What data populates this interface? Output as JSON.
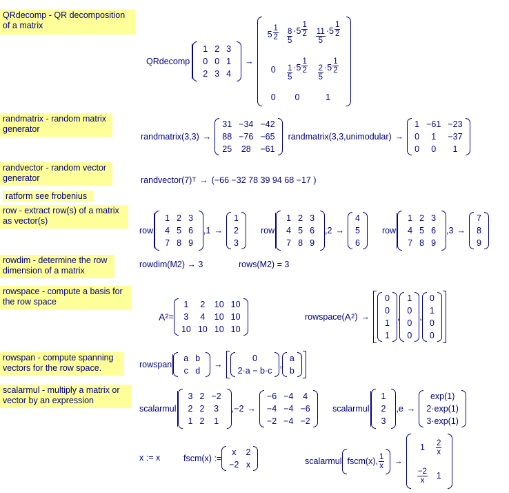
{
  "notes": [
    {
      "id": "qrdecomp",
      "name": "QRdecomp",
      "desc": " - QR decomposition of a matrix"
    },
    {
      "id": "randmatrix",
      "name": "randmatrix",
      "desc": " - random matrix generator"
    },
    {
      "id": "randvector",
      "name": "randvector",
      "desc": " - random vector generator"
    },
    {
      "id": "ratform",
      "name": "ratform",
      "desc": "  see frobenius"
    },
    {
      "id": "row",
      "name": "row",
      "desc": " - extract row(s) of a matrix as vector(s)"
    },
    {
      "id": "rowdim",
      "name": "rowdim",
      "desc": " - determine the row dimension of a matrix"
    },
    {
      "id": "rowspace",
      "name": "rowspace",
      "desc": " - compute a basis for the row space"
    },
    {
      "id": "rowspan",
      "name": "rowspan",
      "desc": " - compute spanning vectors for the row space."
    },
    {
      "id": "scalarmul",
      "name": "scalarmul",
      "desc": " - multiply a matrix or vector by an expression"
    }
  ],
  "fn": {
    "qrdecomp": "QRdecomp",
    "randmatrix": "randmatrix",
    "randvector": "randvector",
    "row": "row",
    "rowdim": "rowdim",
    "rows": "rows",
    "rowspace": "rowspace",
    "rowspan": "rowspan",
    "scalarmul": "scalarmul",
    "fscm": "fscm"
  },
  "text": {
    "arrow": "→",
    "args33": "(3,3)",
    "args33u": "(3,3,unimodular)",
    "randvec_arg": "(7)",
    "T": "T",
    "randvec_result": "(−66   −32   78   39   94   68   −17 )",
    "rowdim_expr": "(M2) → 3",
    "rows_expr": "(M2) = 3",
    "A": "A",
    "two": "2",
    "eq": " = ",
    "xdef": "x := x",
    "fscmdef": "(x) := ",
    "comma1": ",1",
    "comma2": ",2",
    "comma3": ",3",
    "commaneg2": ",−2",
    "commae": ",e",
    "comma": ",",
    "one": "1",
    "x": "x",
    "exp1": "exp(1)",
    "exp2": "2·exp(1)",
    "exp3": "3·exp(1)",
    "rowspan_top": "0",
    "rowspan_bot": "2·a − b·c",
    "five": "5",
    "half_n": "1",
    "half_d": "2",
    "dot5": "·5",
    "eight": "8",
    "eleven": "11",
    "zero": "0",
    "negtwo": "−2"
  },
  "matrices": {
    "qr_in": [
      [
        "1",
        "2",
        "3"
      ],
      [
        "0",
        "0",
        "1"
      ],
      [
        "2",
        "3",
        "4"
      ]
    ],
    "rm1": [
      [
        "31",
        "−34",
        "−42"
      ],
      [
        "88",
        "−76",
        "−65"
      ],
      [
        "25",
        "28",
        "−61"
      ]
    ],
    "rm2": [
      [
        "1",
        "−61",
        "−23"
      ],
      [
        "0",
        "1",
        "−37"
      ],
      [
        "0",
        "0",
        "1"
      ]
    ],
    "r789": [
      [
        "1",
        "2",
        "3"
      ],
      [
        "4",
        "5",
        "6"
      ],
      [
        "7",
        "8",
        "9"
      ]
    ],
    "row1": [
      [
        "1"
      ],
      [
        "2"
      ],
      [
        "3"
      ]
    ],
    "row2": [
      [
        "4"
      ],
      [
        "5"
      ],
      [
        "6"
      ]
    ],
    "row3": [
      [
        "7"
      ],
      [
        "8"
      ],
      [
        "9"
      ]
    ],
    "A2": [
      [
        "1",
        "2",
        "10",
        "10"
      ],
      [
        "3",
        "4",
        "10",
        "10"
      ],
      [
        "10",
        "10",
        "10",
        "10"
      ]
    ],
    "rs1": [
      [
        "0"
      ],
      [
        "0"
      ],
      [
        "1"
      ],
      [
        "1"
      ]
    ],
    "rs2": [
      [
        "1"
      ],
      [
        "0"
      ],
      [
        "0"
      ],
      [
        "0"
      ]
    ],
    "rs3": [
      [
        "0"
      ],
      [
        "1"
      ],
      [
        "0"
      ],
      [
        "0"
      ]
    ],
    "abcd": [
      [
        "a",
        "b"
      ],
      [
        "c",
        "d"
      ]
    ],
    "ab": [
      [
        "a"
      ],
      [
        "b"
      ]
    ],
    "sm_in": [
      [
        "3",
        "2",
        "−2"
      ],
      [
        "2",
        "2",
        "3"
      ],
      [
        "1",
        "2",
        "1"
      ]
    ],
    "sm_out": [
      [
        "−6",
        "−4",
        "4"
      ],
      [
        "−4",
        "−4",
        "−6"
      ],
      [
        "−2",
        "−4",
        "−2"
      ]
    ],
    "v123": [
      [
        "1"
      ],
      [
        "2"
      ],
      [
        "3"
      ]
    ],
    "fs": [
      [
        "x",
        "2"
      ],
      [
        "−2",
        "x"
      ]
    ]
  }
}
